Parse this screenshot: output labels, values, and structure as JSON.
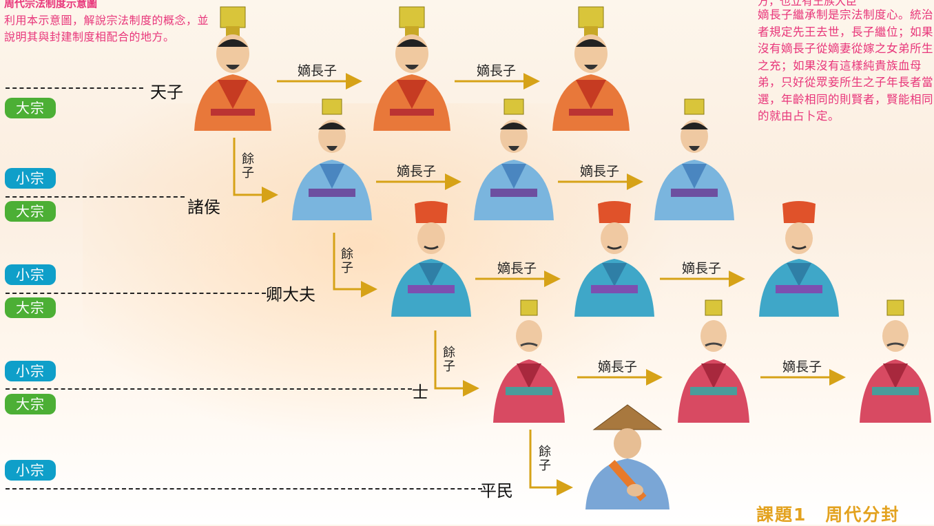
{
  "intro": {
    "title": "周代宗法制度示意圖",
    "text": "利用本示意圖，解說宗法制度的概念，並說明其與封建制度相配合的地方。"
  },
  "side_note": {
    "cut_line": "方，也立有王族大臣",
    "text": "嫡長子繼承制是宗法制度心。統治者規定先王去世，長子繼位；如果沒有嫡長子從嫡妻從嫁之女弟所生之充；如果沒有這樣純貴族血母弟，只好從眾妾所生之子年長者當選，年齡相同的則賢者，賢能相同的就由占卜定。"
  },
  "ranks": {
    "tianzi": "天子",
    "zhuhou": "諸侯",
    "qingdafu": "卿大夫",
    "shi": "士",
    "pingmin": "平民"
  },
  "tags": {
    "dazong": "大宗",
    "xiaozong": "小宗"
  },
  "arrow_labels": {
    "dizhangzi": "嫡長子",
    "yuzi_1": "餘",
    "yuzi_2": "子"
  },
  "footer": "課題1　周代分封",
  "colors": {
    "accent_pink": "#e8367a",
    "arrow_gold": "#d6a217",
    "tag_green": "#4caf35",
    "tag_blue": "#0f9fc9",
    "footer_gold": "#e3a21f"
  }
}
